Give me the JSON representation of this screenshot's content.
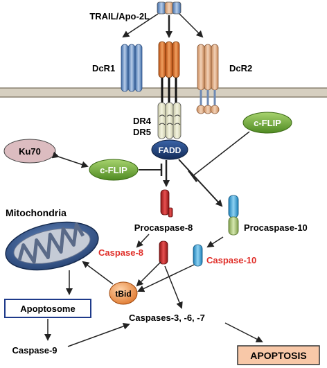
{
  "labels": {
    "trail": "TRAIL/Apo-2L",
    "dcr1": "DcR1",
    "dcr2": "DcR2",
    "dr4": "DR4",
    "dr5": "DR5",
    "fadd": "FADD",
    "cflip_right": "c-FLIP",
    "cflip_left": "c-FLIP",
    "ku70": "Ku70",
    "mitochondria": "Mitochondria",
    "procaspase8": "Procaspase-8",
    "procaspase10": "Procaspase-10",
    "caspase8": "Caspase-8",
    "caspase10": "Caspase-10",
    "tbid": "tBid",
    "apoptosome": "Apoptosome",
    "caspases_exec": "Caspases-3, -6, -7",
    "caspase9": "Caspase-9",
    "apoptosis": "APOPTOSIS"
  },
  "colors": {
    "active_caspase_text": "#e0302a",
    "membrane": "#c8c0b0",
    "receptor_orange": "#e8782a",
    "dcr_blue": "#6f95c8",
    "fadd_navy": "#1e3f7a",
    "cflip_green": "#7bb342",
    "ku70_pink": "#d9b8bc",
    "apoptosis_box": "#f8c8a8"
  }
}
